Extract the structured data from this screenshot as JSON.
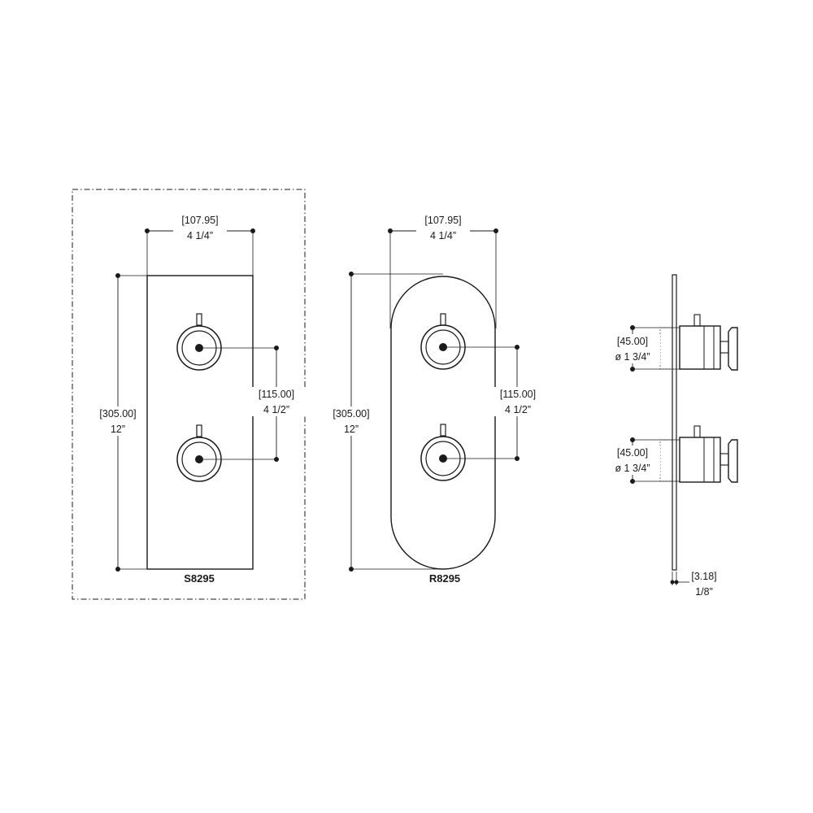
{
  "views": {
    "square": {
      "model": "S8295",
      "width": {
        "mm": "[107.95]",
        "inch": "4 1/4”"
      },
      "height": {
        "mm": "[305.00]",
        "inch": "12”"
      },
      "spacing": {
        "mm": "[115.00]",
        "inch": "4 1/2”"
      }
    },
    "round": {
      "model": "R8295",
      "width": {
        "mm": "[107.95]",
        "inch": "4 1/4”"
      },
      "height": {
        "mm": "[305.00]",
        "inch": "12”"
      },
      "spacing": {
        "mm": "[115.00]",
        "inch": "4 1/2”"
      }
    },
    "side": {
      "upper_diameter": {
        "mm": "[45.00]",
        "inch": "ø 1 3/4”"
      },
      "lower_diameter": {
        "mm": "[45.00]",
        "inch": "ø 1 3/4”"
      },
      "plate_thickness": {
        "mm": "[3.18]",
        "inch": "1/8”"
      }
    }
  },
  "colors": {
    "line": "#1a1a1a",
    "background": "#ffffff"
  }
}
